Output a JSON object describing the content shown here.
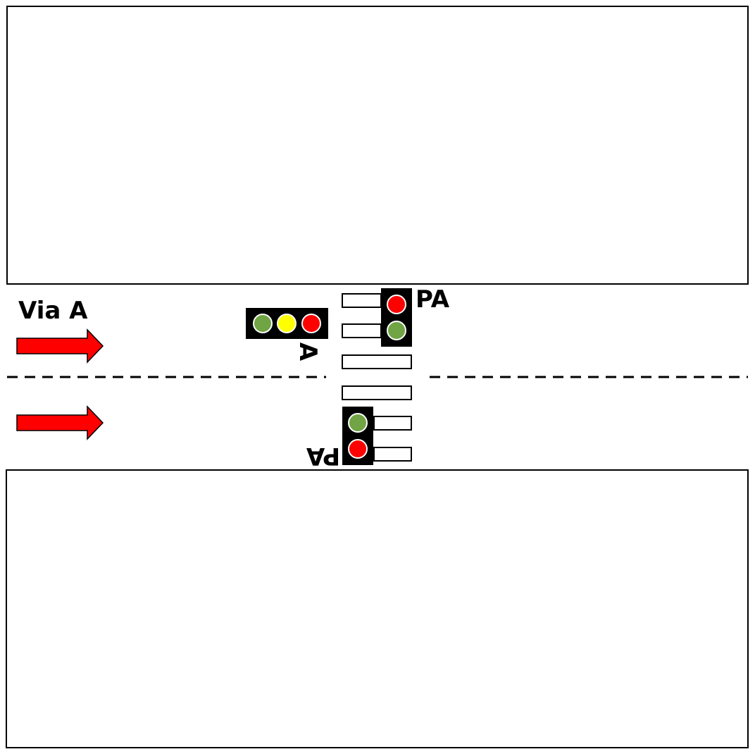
{
  "labels": {
    "road_name": "Via A",
    "vehicle_signal": "A",
    "pedestrian_signal_top": "PA",
    "pedestrian_signal_bottom": "PA"
  },
  "colors": {
    "lamp_green": "#70a444",
    "lamp_yellow": "#ffff00",
    "lamp_red": "#ff0000",
    "arrow_fill": "#ff0000",
    "signal_housing": "#000000",
    "lane_marking": "#000000"
  },
  "vehicle_signal_lamps": [
    "green",
    "yellow",
    "red"
  ],
  "pedestrian_signal_top_lamps": [
    "red",
    "green"
  ],
  "pedestrian_signal_bottom_lamps": [
    "green",
    "red"
  ],
  "traffic_direction": "left-to-right"
}
